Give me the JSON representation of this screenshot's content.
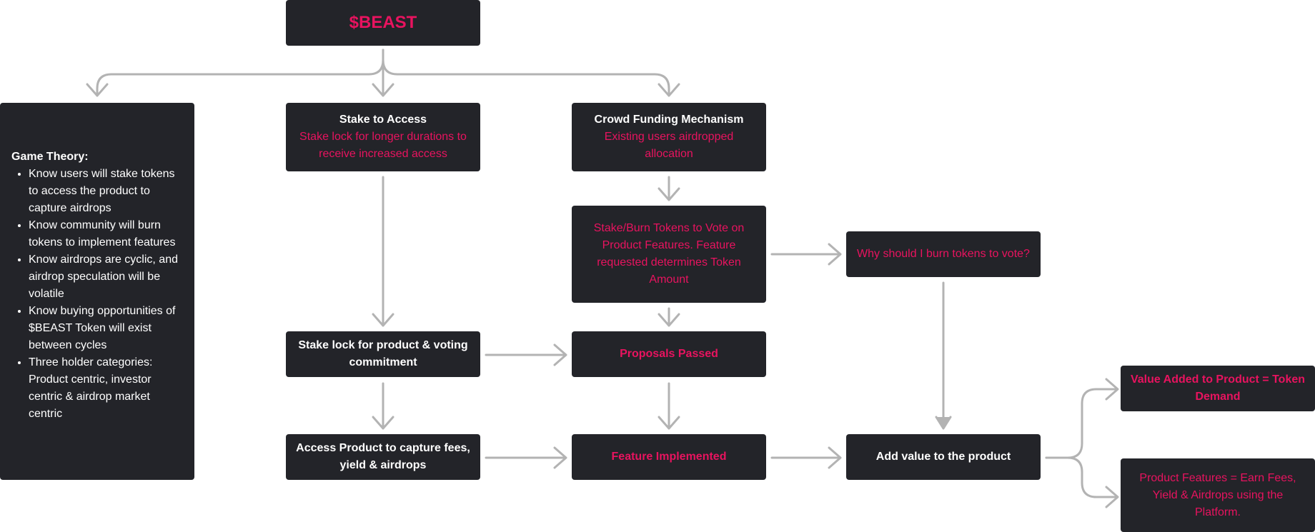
{
  "colors": {
    "box_bg": "#232429",
    "accent": "#e8135f",
    "text": "#ffffff",
    "connector": "#b3b3b3"
  },
  "nodes": {
    "beast": {
      "label": "$BEAST"
    },
    "game_theory": {
      "heading": "Game Theory:",
      "items": [
        "Know users will stake tokens to access the product to capture airdrops",
        "Know community will burn tokens to implement features",
        "Know airdrops are cyclic, and airdrop speculation will be volatile",
        "Know buying opportunities of $BEAST Token will exist between cycles",
        "Three holder categories: Product centric, investor centric & airdrop market centric"
      ]
    },
    "stake_to_access": {
      "title": "Stake to Access",
      "subtitle": "Stake lock for longer durations to receive increased access"
    },
    "crowd_funding": {
      "title": "Crowd Funding Mechanism",
      "subtitle": "Existing users airdropped allocation"
    },
    "stake_burn_vote": {
      "label": "Stake/Burn Tokens to Vote on Product Features. Feature requested determines Token Amount"
    },
    "why_burn": {
      "label": "Why should I burn tokens to vote?"
    },
    "stake_lock_commitment": {
      "label": "Stake lock for product & voting commitment"
    },
    "proposals_passed": {
      "label": "Proposals Passed"
    },
    "access_product": {
      "label": "Access Product to capture fees, yield & airdrops"
    },
    "feature_implemented": {
      "label": "Feature Implemented"
    },
    "add_value": {
      "label": "Add value to the product"
    },
    "value_added": {
      "label": "Value Added to Product = Token Demand"
    },
    "product_features": {
      "label": "Product Features = Earn Fees, Yield & Airdrops using the Platform."
    }
  }
}
